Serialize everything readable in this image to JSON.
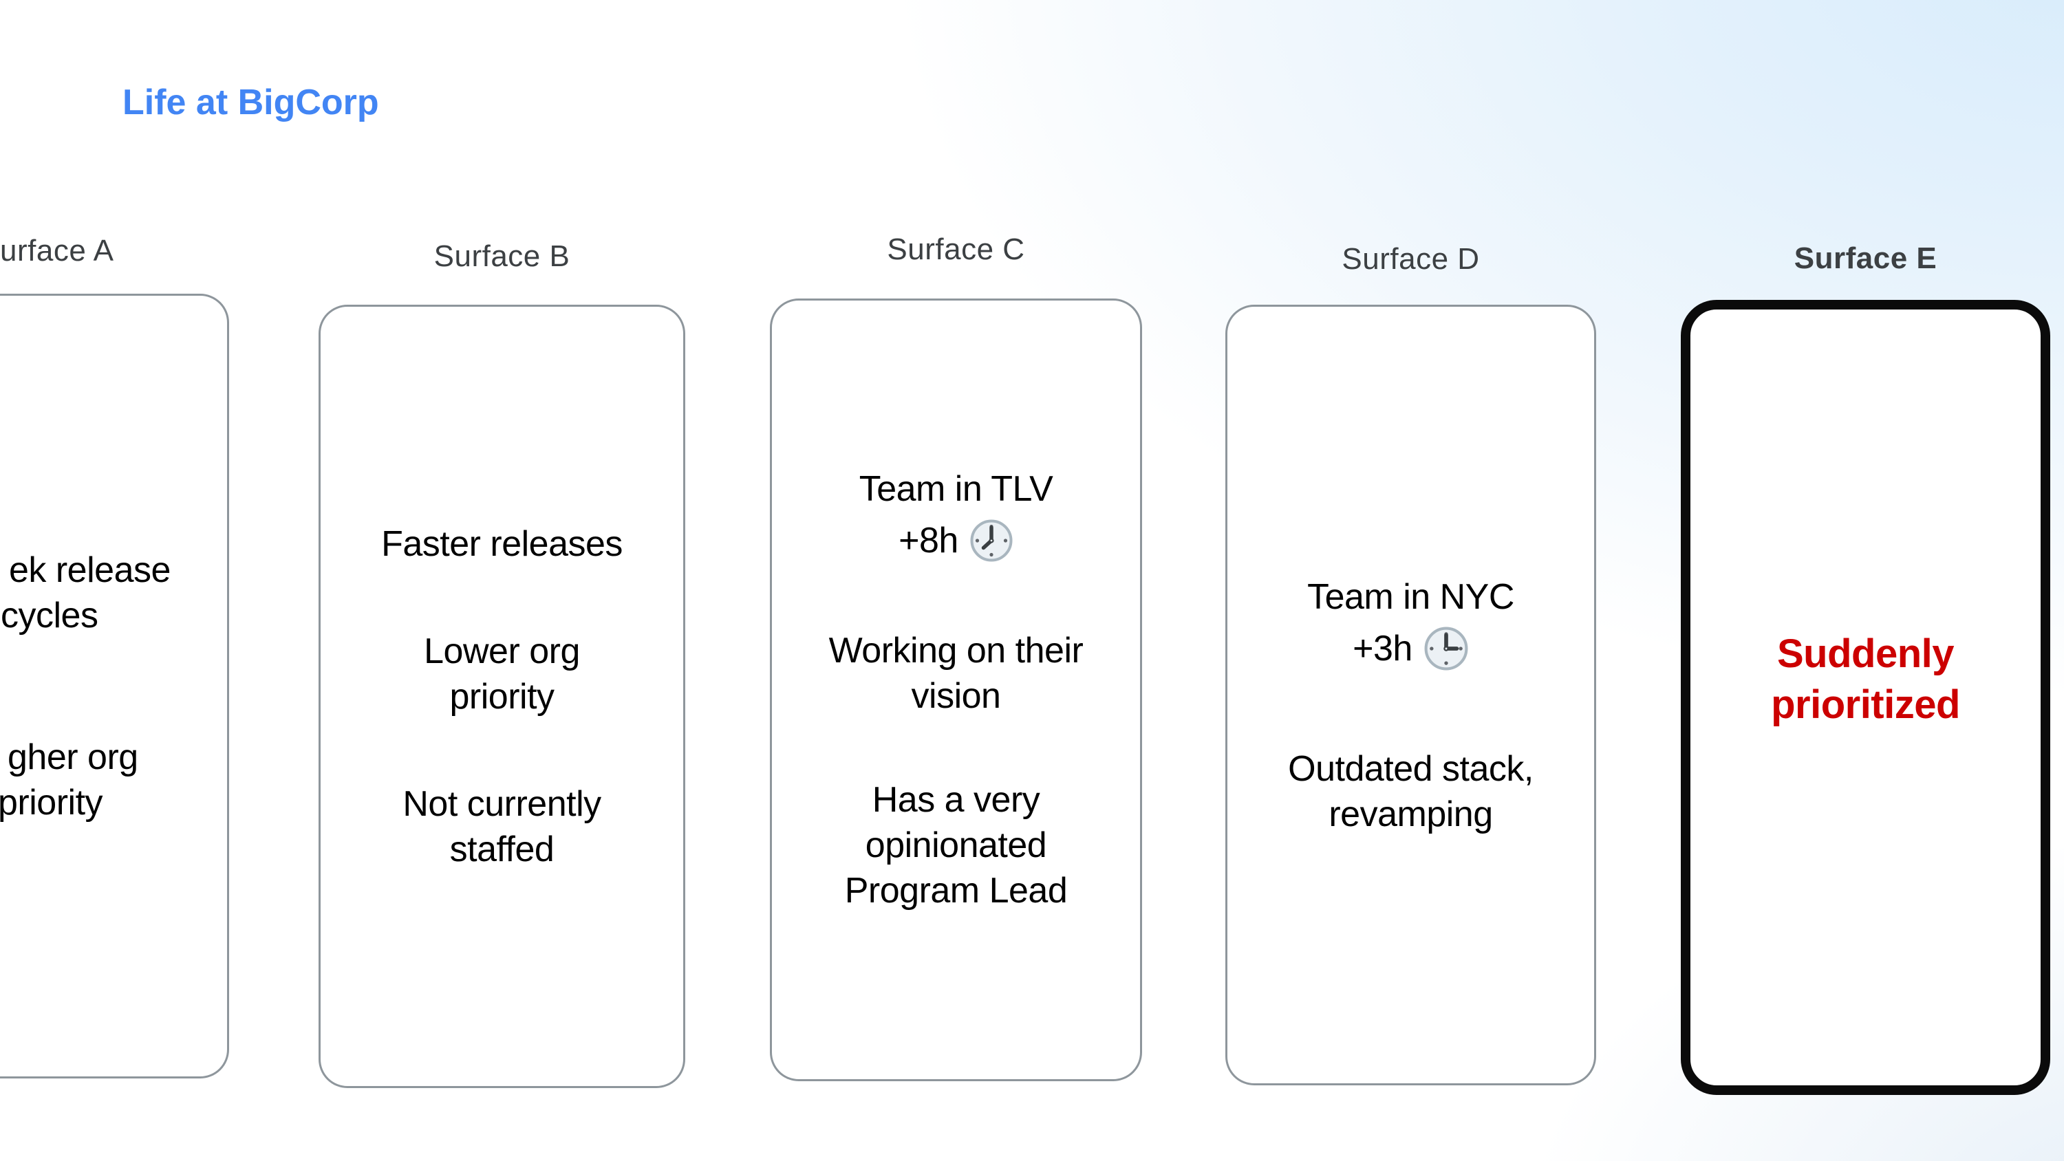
{
  "slide": {
    "title": "Life at BigCorp"
  },
  "theme": {
    "title_color": "#4285F4",
    "label_color": "#3C4043",
    "body_text_color": "#000000",
    "highlight_text_color": "#CC0000",
    "card_border_color": "#8E969C",
    "highlight_card_border_color": "#0B0B0B",
    "background_tint_top_right": "#D8ECFB"
  },
  "surfaces": [
    {
      "label": "urface A",
      "clipped_by_screen_edge": true,
      "fragments": {
        "line1": "ek release",
        "line2": "cycles",
        "line3": "gher org",
        "line4": "priority"
      }
    },
    {
      "label": "Surface B",
      "points": {
        "p1": "Faster releases",
        "p2": "Lower org\npriority",
        "p3": "Not currently\nstaffed"
      }
    },
    {
      "label": "Surface C",
      "team_line": "Team in TLV",
      "timezone_offset": "+8h",
      "clock_icon": "eight-oclock",
      "points": {
        "p2": "Working on their\nvision",
        "p3": "Has a very\nopinionated\nProgram Lead"
      }
    },
    {
      "label": "Surface D",
      "team_line": "Team in NYC",
      "timezone_offset": "+3h",
      "clock_icon": "three-oclock",
      "points": {
        "p2": "Outdated stack,\nrevamping"
      }
    },
    {
      "label": "Surface E",
      "highlighted": true,
      "points": {
        "p1": "Suddenly\nprioritized"
      }
    }
  ]
}
